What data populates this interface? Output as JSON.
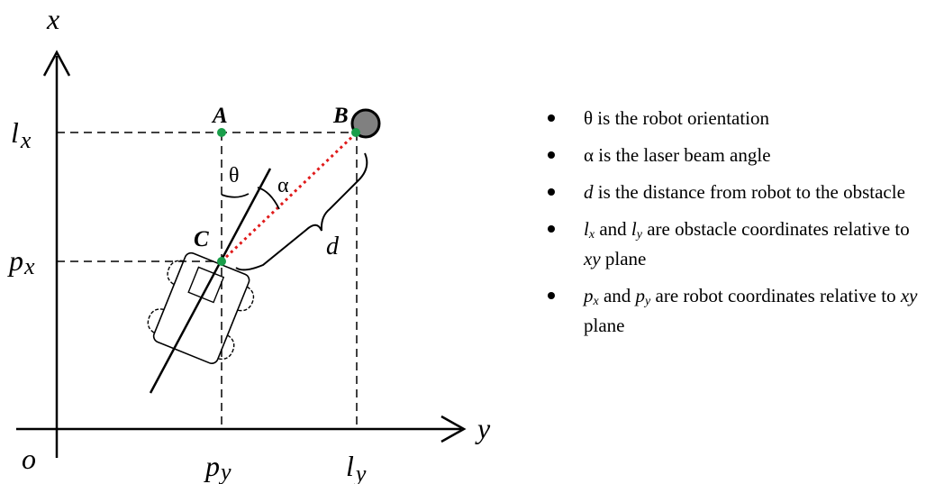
{
  "diagram": {
    "axis_x_label": "x",
    "axis_y_label": "y",
    "origin_label": "o",
    "point_a_label": "A",
    "point_b_label": "B",
    "point_c_label": "C",
    "theta_label": "θ",
    "alpha_label": "α",
    "distance_label": "d",
    "lx_main": "l",
    "lx_sub": "x",
    "px_main": "p",
    "px_sub": "x",
    "py_main": "p",
    "py_sub": "y",
    "ly_main": "l",
    "ly_sub": "y",
    "colors": {
      "point_marker": "#1a9e4a",
      "laser_beam": "#e01b1b",
      "obstacle_fill": "#808080",
      "line": "#000000"
    }
  },
  "legend": {
    "items": [
      {
        "parts": [
          {
            "t": "θ is the robot orientation"
          }
        ]
      },
      {
        "parts": [
          {
            "t": "α is the laser beam angle"
          }
        ]
      },
      {
        "parts": [
          {
            "t": "d",
            "i": true
          },
          {
            "t": " is the distance from robot to the obstacle"
          }
        ]
      },
      {
        "parts": [
          {
            "t": "l",
            "i": true
          },
          {
            "t": "x",
            "sub": true
          },
          {
            "t": " and "
          },
          {
            "t": "l",
            "i": true
          },
          {
            "t": "y",
            "sub": true
          },
          {
            "t": " are obstacle coordinates relative to "
          },
          {
            "t": "xy",
            "i": true
          },
          {
            "t": " plane"
          }
        ]
      },
      {
        "parts": [
          {
            "t": "p",
            "i": true
          },
          {
            "t": "x",
            "sub": true
          },
          {
            "t": " and "
          },
          {
            "t": "p",
            "i": true
          },
          {
            "t": "y",
            "sub": true
          },
          {
            "t": " are robot coordinates relative to "
          },
          {
            "t": "xy",
            "i": true
          },
          {
            "t": " plane"
          }
        ]
      }
    ]
  }
}
